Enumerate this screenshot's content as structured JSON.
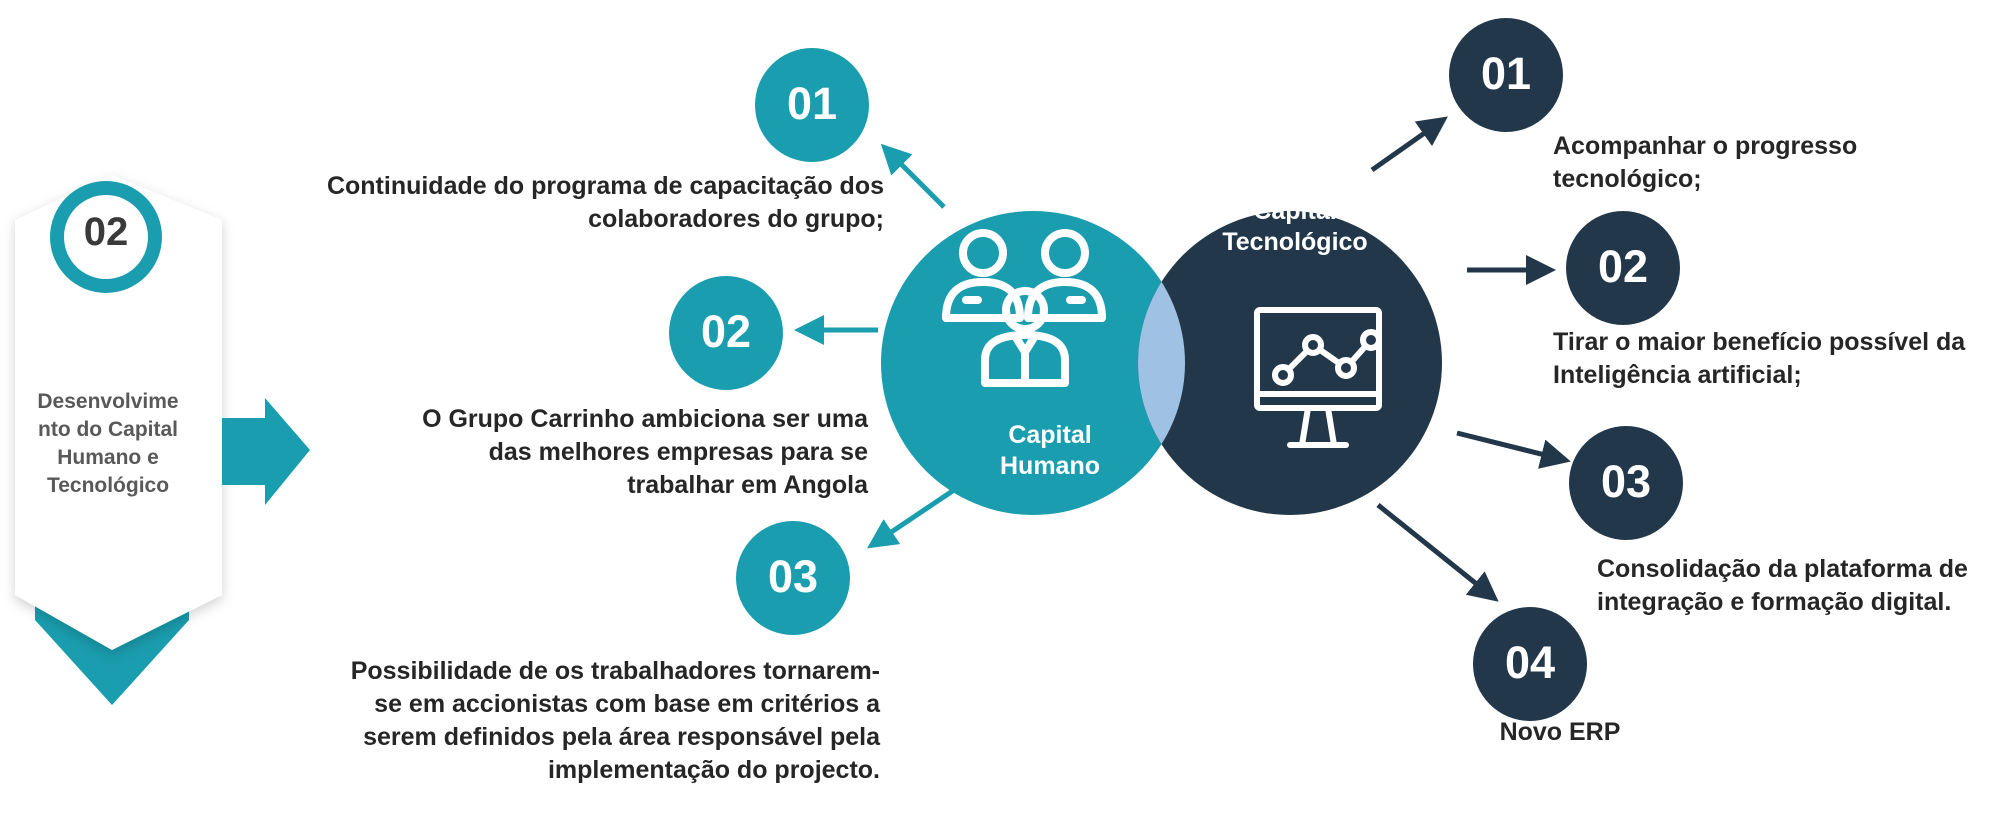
{
  "colors": {
    "teal": "#1a9dae",
    "navy": "#22384a",
    "overlap": "#9fc1e4",
    "text": "#262626"
  },
  "card": {
    "number": "02",
    "text": "Desenvolvime nto do Capital Humano e Tecnológico"
  },
  "capital_humano": {
    "label": "Capital Humano",
    "icon": "people-group-icon",
    "items": [
      {
        "number": "01",
        "text": "Continuidade do programa de capacitação dos colaboradores do grupo;"
      },
      {
        "number": "02",
        "text": "O Grupo Carrinho ambiciona ser uma das melhores empresas para se trabalhar em Angola"
      },
      {
        "number": "03",
        "text": "Possibilidade de os trabalhadores tornarem-se em accionistas com base em critérios a serem definidos pela área responsável pela implementação do projecto."
      }
    ]
  },
  "capital_tecnologico": {
    "label": "Capital Tecnológico",
    "icon": "monitor-chart-icon",
    "items": [
      {
        "number": "01",
        "text": "Acompanhar o progresso tecnológico;"
      },
      {
        "number": "02",
        "text": "Tirar o maior benefício possível da Inteligência artificial;"
      },
      {
        "number": "03",
        "text": "Consolidação da plataforma de integração e formação digital."
      },
      {
        "number": "04",
        "text": "Novo ERP"
      }
    ]
  }
}
